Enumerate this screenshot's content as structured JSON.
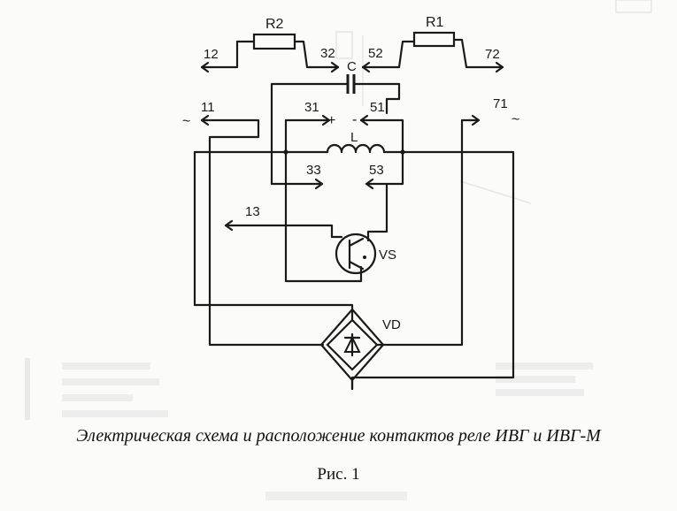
{
  "diagram": {
    "components": {
      "r2": "R2",
      "r1": "R1",
      "capacitor": "C",
      "inductor": "L",
      "thyristor": "VS",
      "diode_bridge": "VD"
    },
    "terminals": {
      "t12": "12",
      "t32": "32",
      "t52": "52",
      "t72": "72",
      "t11": "11",
      "t31": "31",
      "t51": "51",
      "t71": "71",
      "t33": "33",
      "t53": "53",
      "t13": "13"
    },
    "symbols": {
      "ac_left": "~",
      "ac_right": "~",
      "plus": "+",
      "minus": "-"
    }
  },
  "caption": {
    "title": "Электрическая схема и расположение контактов реле ИВГ и ИВГ-М",
    "figure": "Рис. 1"
  }
}
